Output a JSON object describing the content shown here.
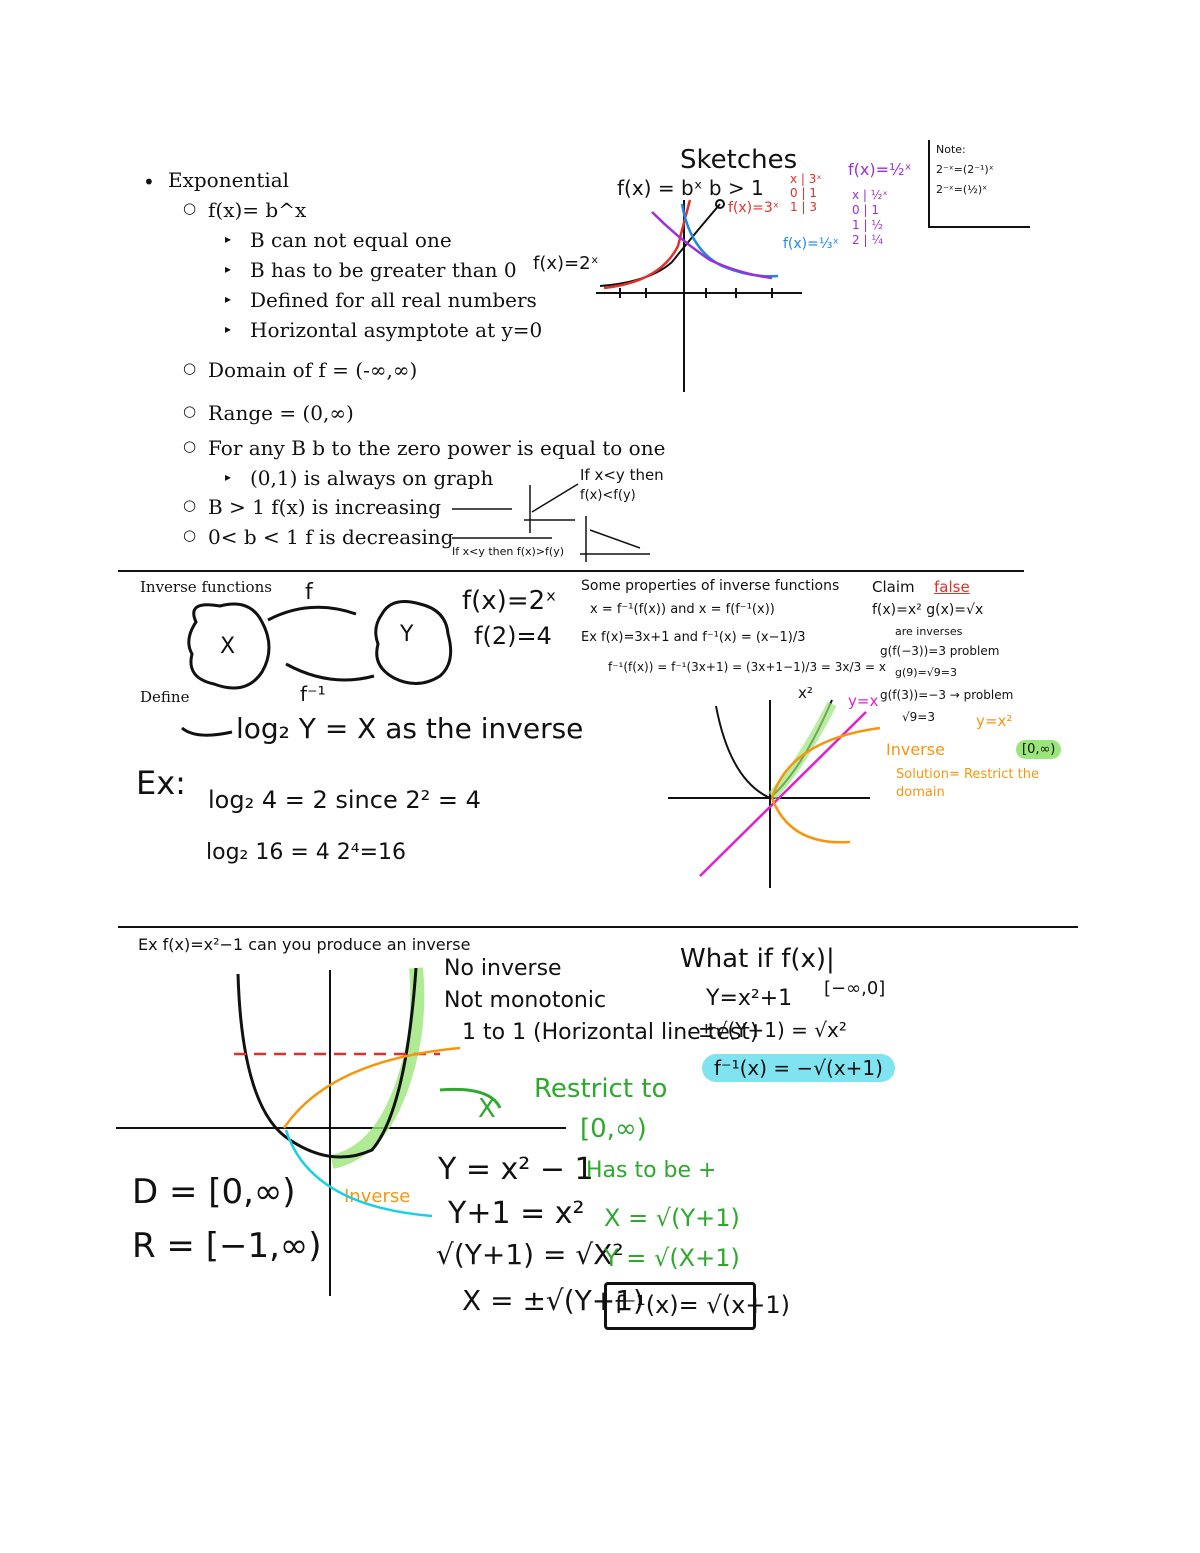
{
  "notes": {
    "section1": {
      "title": "Exponential",
      "formula": "f(x)= b^x",
      "formula_points": [
        "B can not equal one",
        "B has to be greater than 0",
        "Defined for all real numbers",
        "Horizontal asymptote at y=0"
      ],
      "domain": "Domain of f = (-∞,∞)",
      "range": "Range = (0,∞)",
      "zero_power": "For any B b to the zero power is equal to one",
      "zero_power_note": "(0,1) is always on graph",
      "increasing": "B > 1 f(x) is increasing",
      "decreasing": "0< b < 1 f is decreasing"
    },
    "section1_handwritten": {
      "sketches": "Sketches",
      "fx_b": "f(x) = bˣ  b > 1",
      "fx_2x": "f(x)=2ˣ",
      "fx_3x": "f(x)=3ˣ",
      "fx_third": "f(x)=⅓ˣ",
      "fx_half": "f(x)=½ˣ",
      "table1_head": [
        "x",
        "3ˣ"
      ],
      "table1_rows": [
        [
          "0",
          "1"
        ],
        [
          "1",
          "3"
        ]
      ],
      "table2_head": [
        "x",
        "½ˣ"
      ],
      "table2_rows": [
        [
          "0",
          "1"
        ],
        [
          "1",
          "½"
        ],
        [
          "2",
          "¼"
        ]
      ],
      "note_title": "Note:",
      "note_line1": "2⁻ˣ=(2⁻¹)ˣ",
      "note_line2": "2⁻ˣ=(½)ˣ",
      "if_then_1": "If x<y then",
      "if_then_1b": "f(x)<f(y)",
      "if_then_2": "If x<y then f(x)>f(y)"
    },
    "section2": {
      "title": "Inverse functions",
      "define": "Define",
      "f_label": "f",
      "f_inv_label": "f⁻¹",
      "x_label": "X",
      "y_label": "Y",
      "fx2x": "f(x)=2ˣ",
      "f2": "f(2)=4",
      "log_def": "log₂ Y = X   as the inverse",
      "ex": "Ex:",
      "ex_line1": "log₂ 4 = 2   since 2² = 4",
      "ex_line2": "log₂ 16 = 4   2⁴=16",
      "props_title": "Some properties of inverse functions",
      "props_line1": "x = f⁻¹(f(x))  and  x = f(f⁻¹(x))",
      "props_line2": "Ex  f(x)=3x+1  and  f⁻¹(x) = (x−1)/3",
      "props_line3": "f⁻¹(f(x)) = f⁻¹(3x+1) = (3x+1−1)/3 = 3x/3 = x",
      "graph_x2": "x²",
      "graph_yx": "y=x",
      "claim_label": "Claim",
      "claim_value": "false",
      "claim_line1": "f(x)=x²    g(x)=√x",
      "claim_line2": "are inverses",
      "claim_line3": "g(f(−3))=3  problem",
      "claim_line4": "g(9)=√9=3",
      "claim_line5": "g(f(3))=−3 → problem",
      "claim_line6": "√9=3",
      "y_x2": "y=x²",
      "interval": "[0,∞)",
      "inverse": "Inverse",
      "solution": "Solution= Restrict the domain"
    },
    "section3": {
      "ex_head": "Ex   f(x)=x²−1  can you produce an inverse",
      "no_inverse": "No inverse",
      "not_monotonic": "Not monotonic",
      "one_to_one": "1 to 1 (Horizontal line test)",
      "restrict_to": "Restrict to",
      "restrict_interval": "[0,∞)",
      "x_label": "X",
      "inverse": "Inverse",
      "domain": "D = [0,∞)",
      "range": "R = [−1,∞)",
      "step1": "Y = x² − 1",
      "step2": "Y+1 = x²",
      "step3": "√(Y+1) = √X²",
      "step4": "X = ±√(Y+1)",
      "has_to_be": "Has to be +",
      "g_step1": "X = √(Y+1)",
      "g_step2": "Y = √(X+1)",
      "answer": "f⁻¹(x)= √(x+1)",
      "what_if": "What if f(x)|",
      "what_if_interval": "[−∞,0]",
      "wi_step1": "Y=x²+1",
      "wi_step2": "±√(Y+1) = √x²",
      "wi_answer": "f⁻¹(x) = −√(x+1)"
    }
  },
  "colors": {
    "ink": "#111111",
    "red": "#e0302a",
    "blue": "#1e88e5",
    "purple": "#9b30d9",
    "magenta": "#e020d0",
    "orange": "#f5960f",
    "green": "#2ea82e",
    "light_green": "#9be67a",
    "cyan_highlight": "#7fe3f0",
    "cyan": "#1ad0e8"
  }
}
